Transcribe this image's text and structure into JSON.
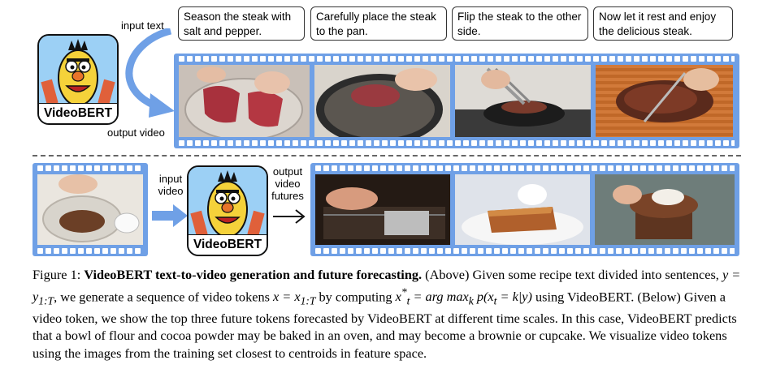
{
  "top": {
    "input_label": "input text",
    "output_label": "output video",
    "logo_text": "VideoBERT",
    "sentences": [
      "Season the steak with salt and pepper.",
      "Carefully place the steak to the pan.",
      "Flip the steak to the other side.",
      "Now let it rest and enjoy the delicious steak."
    ]
  },
  "bottom": {
    "input_label": "input video",
    "output_label": "output video futures",
    "logo_text": "VideoBERT"
  },
  "caption": {
    "prefix": "Figure 1: ",
    "title": "VideoBERT text-to-video generation and future forecasting.",
    "t1": " (Above) Given some recipe text divided into sentences, ",
    "m1": "y = y",
    "m1sub": "1:T",
    "t2": ", we generate a sequence of video tokens ",
    "m2": "x = x",
    "m2sub": "1:T",
    "t3": " by computing ",
    "m3": "x",
    "m3sup": "*",
    "m3sub": "t",
    "m3b": " = arg max",
    "m3bsub": "k",
    "m3c": " p(x",
    "m3csub": "t",
    "m3d": " = k|y)",
    "t4": " using VideoBERT. (Below) Given a video token, we show the top three future tokens forecasted by VideoBERT at different time scales. In this case, VideoBERT predicts that a bowl of flour and cocoa powder may be baked in an oven, and may become a brownie or cupcake. We visualize video tokens using the images from the training set closest to centroids in feature space."
  },
  "colors": {
    "film": "#6fa0e6",
    "logo_bg": "#9cd0f5",
    "bert_face": "#f5d23a"
  }
}
